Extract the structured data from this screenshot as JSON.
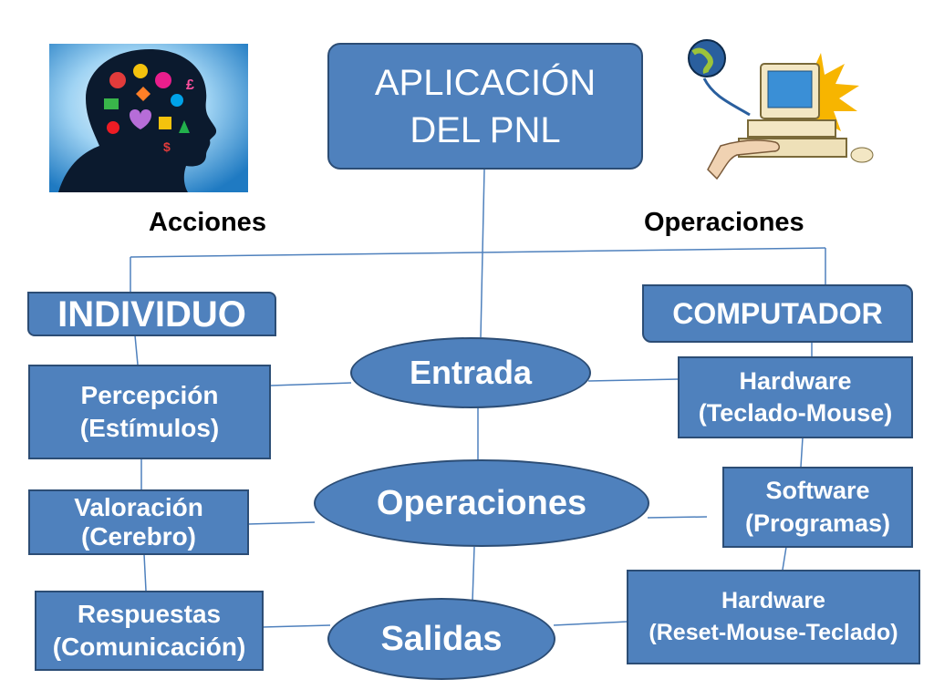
{
  "title": {
    "line1": "APLICACIÓN",
    "line2": "DEL PNL"
  },
  "labels": {
    "left": "Acciones",
    "right": "Operaciones"
  },
  "left_header": "INDIVIDUO",
  "right_header": "COMPUTADOR",
  "left_nodes": [
    {
      "line1": "Percepción",
      "line2": "(Estímulos)"
    },
    {
      "line1": "Valoración",
      "line2": "(Cerebro)"
    },
    {
      "line1": "Respuestas",
      "line2": "(Comunicación)"
    }
  ],
  "right_nodes": [
    {
      "line1": "Hardware",
      "line2": "(Teclado-Mouse)"
    },
    {
      "line1": "Software",
      "line2": "(Programas)"
    },
    {
      "line1": "Hardware",
      "line2": "(Reset-Mouse-Teclado)"
    }
  ],
  "center_nodes": [
    "Entrada",
    "Operaciones",
    "Salidas"
  ],
  "colors": {
    "node_fill": "#4f81bd",
    "node_border": "#2c4d75",
    "connector": "#4f81bd"
  },
  "images": {
    "left": "head-silhouette-icons-image",
    "right": "computer-globe-clipart-image"
  }
}
